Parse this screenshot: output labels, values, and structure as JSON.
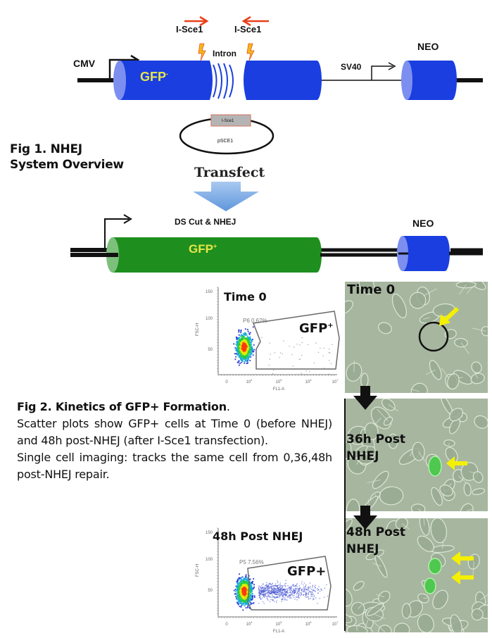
{
  "fig1": {
    "title_line1": "Fig 1.  NHEJ",
    "title_line2": "System Overview",
    "construct_top": {
      "promoter": "CMV",
      "gene": "GFP",
      "gene_superscript": "-",
      "intron": "Intron",
      "site_left": "I-Sce1",
      "site_right": "I-Sce1",
      "promoter2": "SV40",
      "marker": "NEO"
    },
    "plasmid": {
      "insert": "I-Sce1",
      "name": "pSCE1"
    },
    "transfect_label": "Transfect",
    "construct_bottom": {
      "event": "DS Cut  & NHEJ",
      "gene": "GFP",
      "gene_superscript": "+",
      "marker": "NEO"
    },
    "colors": {
      "gfp_negative": "#1a3ee0",
      "gfp_positive": "#1e8f1e",
      "gene_label": "#e6e64a",
      "neo": "#1a3ee0",
      "arrow_red": "#e8401c",
      "transfect_arrow": "#7fb0e8"
    }
  },
  "fig2": {
    "title": "Fig 2.  Kinetics of GFP+ Formation",
    "title_end": ".",
    "para1": "Scatter plots show GFP+ cells at Time 0 (before NHEJ) and 48h post-NHEJ (after I-Sce1 transfection).",
    "para2": "Single cell imaging:  tracks the same cell from 0,36,48h post-NHEJ repair."
  },
  "scatter_plots": [
    {
      "title": "Time 0",
      "gate_name": "P6",
      "gate_percent": "0.62%",
      "gate_text": "P6 0.62%",
      "gate_label": "GFP",
      "gate_label_superscript": "+",
      "y_label": "FSC-H",
      "x_label": "FL1-A",
      "y_ticks": [
        "150",
        "100",
        "50"
      ],
      "x_ticks": [
        {
          "base": "0",
          "exp": ""
        },
        {
          "base": "10",
          "exp": "4"
        },
        {
          "base": "10",
          "exp": "5"
        },
        {
          "base": "10",
          "exp": "6"
        },
        {
          "base": "10",
          "exp": "7"
        }
      ]
    },
    {
      "title": "48h Post NHEJ",
      "gate_name": "P5",
      "gate_percent": "7.56%",
      "gate_text": "P5 7.56%",
      "gate_label": "GFP+",
      "gate_label_superscript": "",
      "y_label": "FSC-H",
      "x_label": "FL1-A",
      "y_ticks": [
        "150",
        "100",
        "50"
      ],
      "x_ticks": [
        {
          "base": "0",
          "exp": ""
        },
        {
          "base": "10",
          "exp": "4"
        },
        {
          "base": "10",
          "exp": "5"
        },
        {
          "base": "10",
          "exp": "6"
        },
        {
          "base": "10",
          "exp": "7"
        }
      ]
    }
  ],
  "imaging_panels": [
    {
      "label_line1": "Time 0",
      "label_line2": "",
      "marker": "circle + yellow arrow"
    },
    {
      "label_line1": "36h Post",
      "label_line2": "NHEJ",
      "marker": "yellow arrow, 1 green cell"
    },
    {
      "label_line1": "48h Post",
      "label_line2": "NHEJ",
      "marker": "2 yellow arrows, 2 green cells"
    }
  ]
}
